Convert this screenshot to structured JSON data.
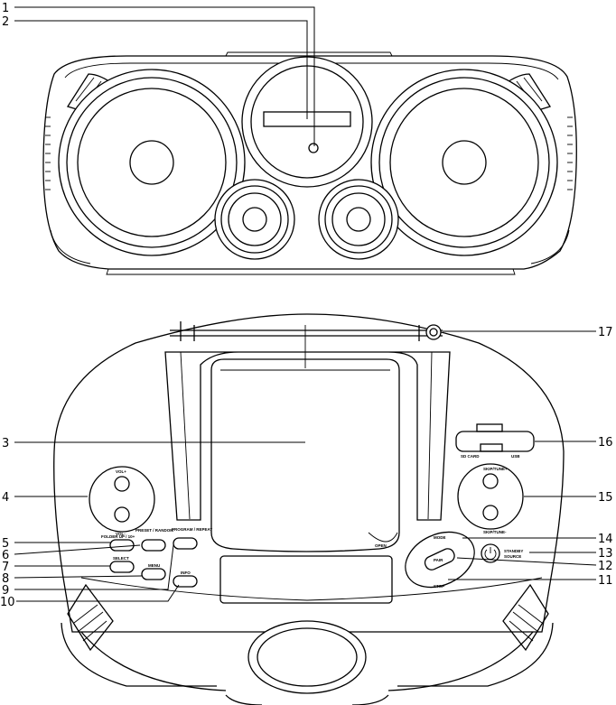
{
  "callouts": {
    "c1": "1",
    "c2": "2",
    "c3": "3",
    "c4": "4",
    "c5": "5",
    "c6": "6",
    "c7": "7",
    "c8": "8",
    "c9": "9",
    "c10": "10",
    "c11": "11",
    "c12": "12",
    "c13": "13",
    "c14": "14",
    "c15": "15",
    "c16": "16",
    "c17": "17"
  },
  "panel_labels": {
    "vol_plus": "VOL+",
    "vol_minus": "VOL-",
    "folder_up": "FOLDER UP / 10+",
    "preset_random": "PRESET / RANDOM",
    "program_repeat": "PROGRAM / REPEAT",
    "select": "SELECT",
    "menu": "MENU",
    "info": "INFO",
    "open": "OPEN",
    "skip_up": "SKIP/TUNE+",
    "skip_down": "SKIP/TUNE-",
    "sd_card": "SD CARD",
    "usb": "USB",
    "stop": "STOP",
    "mode": "MODE",
    "play_pair": "PAIR",
    "standby": "STANDBY",
    "source": "SOURCE"
  }
}
